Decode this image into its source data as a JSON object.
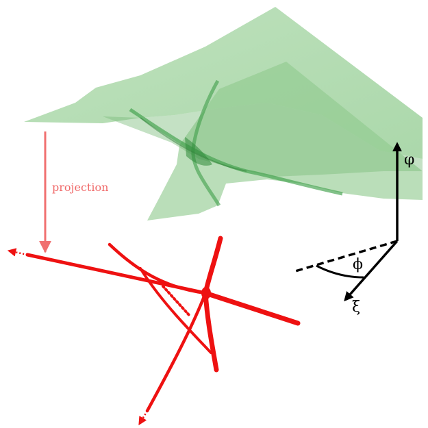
{
  "labels": {
    "projection": "projection",
    "phi_vertical": "φ",
    "phi_angle": "ϕ",
    "xi": "ξ"
  },
  "colors": {
    "surface_fill": "#8cc98c",
    "surface_dark": "#3f9f4a",
    "projection_arrow": "#f07070",
    "projection_text": "#f06a6a",
    "caustic": "#ee1111",
    "axes": "#000000"
  }
}
